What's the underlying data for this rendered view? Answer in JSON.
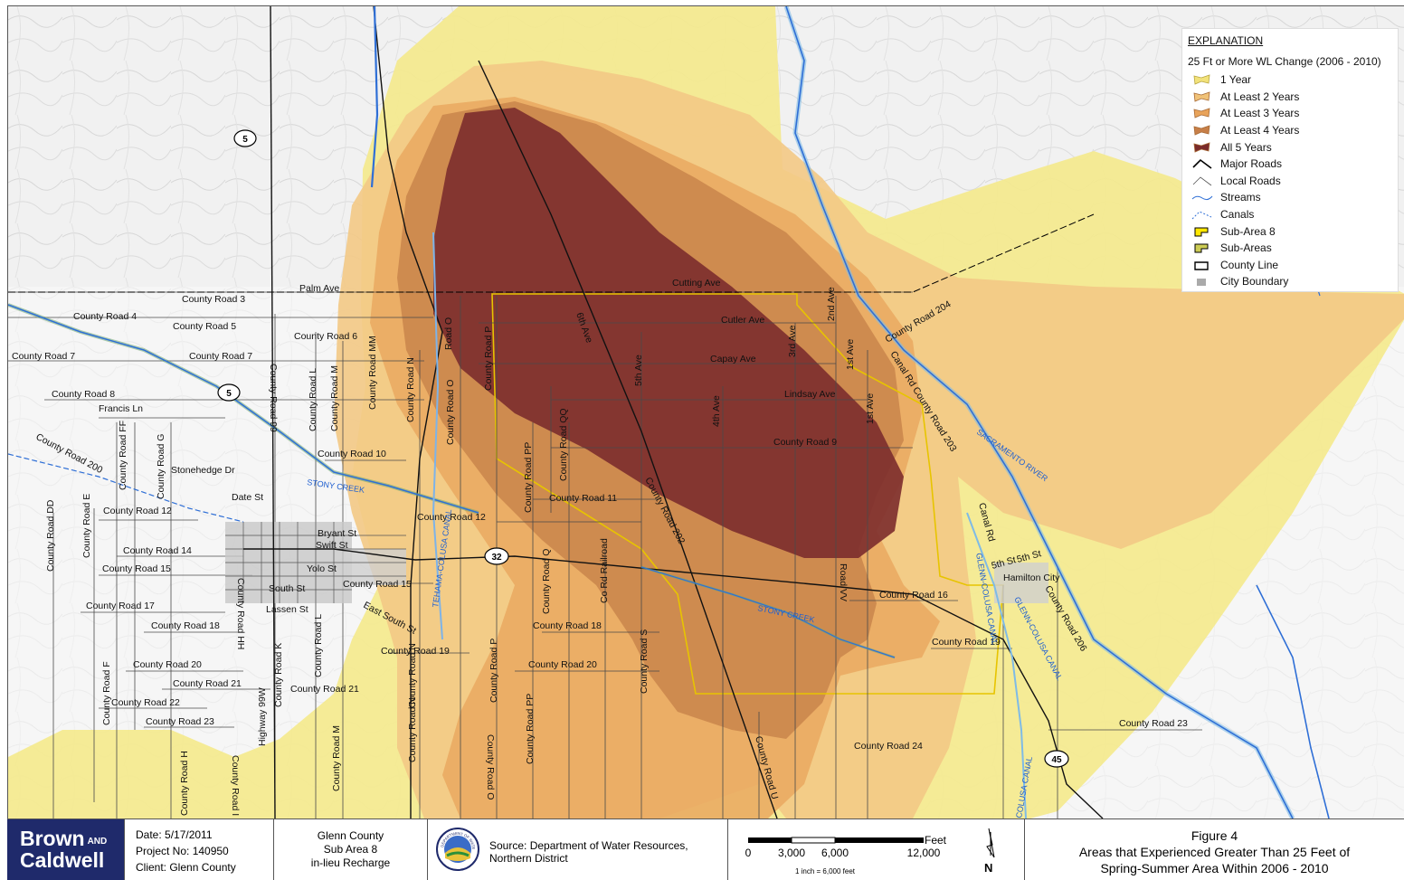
{
  "legend": {
    "title": "EXPLANATION",
    "subtitle": "25 Ft or More WL Change (2006 - 2010)",
    "items": [
      {
        "label": "1 Year",
        "icon": "polygon-yellow-icon",
        "color": "#f2e27a"
      },
      {
        "label": "At Least 2 Years",
        "icon": "polygon-light-orange-icon",
        "color": "#f0c278"
      },
      {
        "label": "At Least 3 Years",
        "icon": "polygon-orange-icon",
        "color": "#e8a35a"
      },
      {
        "label": "At Least 4 Years",
        "icon": "polygon-brown-icon",
        "color": "#c77f48"
      },
      {
        "label": "All 5 Years",
        "icon": "polygon-maroon-icon",
        "color": "#7a2b2b"
      },
      {
        "label": "Major Roads",
        "icon": "major-road-icon",
        "color": "#000000"
      },
      {
        "label": "Local Roads",
        "icon": "local-road-icon",
        "color": "#555555"
      },
      {
        "label": "Streams",
        "icon": "stream-icon",
        "color": "#2f6fd6"
      },
      {
        "label": "Canals",
        "icon": "canal-icon",
        "color": "#2f6fd6"
      },
      {
        "label": "Sub-Area 8",
        "icon": "sub-area-8-icon",
        "color": "#ffe800"
      },
      {
        "label": "Sub-Areas",
        "icon": "sub-areas-icon",
        "color": "#cccc55"
      },
      {
        "label": "County Line",
        "icon": "county-line-icon",
        "color": "#000000"
      },
      {
        "label": "City Boundary",
        "icon": "city-boundary-icon",
        "color": "#aaaaaa"
      }
    ]
  },
  "road_labels": [
    "Palm Ave",
    "County Road 3",
    "County Road 4",
    "County Road 5",
    "County Road 6",
    "County Road 7",
    "County Road 7",
    "County Road 8",
    "Francis Ln",
    "County Road 200",
    "County Road FF",
    "County Road G",
    "Stonehedge Dr",
    "Date St",
    "County Road 12",
    "County Road DD",
    "County Road E",
    "County Road 14",
    "County Road 15",
    "County Road 17",
    "County Road 18",
    "County Road 20",
    "County Road 21",
    "County Road 22",
    "County Road 23",
    "County Road F",
    "County Road 99",
    "County Road L",
    "County Road M",
    "County Road MM",
    "County Road N",
    "County Road O",
    "County Road 10",
    "Bryant St",
    "Swift St",
    "Yolo St",
    "South St",
    "Lassen St",
    "East South St",
    "County Road 15",
    "County Road 12",
    "County Road 19",
    "County Road 21",
    "County Road HH",
    "Highway 99W",
    "County Road K",
    "County Road L",
    "County Road M",
    "County Road N",
    "Cutting Ave",
    "Cutler Ave",
    "Capay Ave",
    "Lindsay Ave",
    "County Road 9",
    "2nd Ave",
    "3rd Ave",
    "1st Ave",
    "1st Ave",
    "4th Ave",
    "5th Ave",
    "6th Ave",
    "Road O",
    "County Road P",
    "County Road QQ",
    "County Road PP",
    "County Road 11",
    "County Road 202",
    "County Road Q",
    "Co Rd Railroad",
    "County Road 18",
    "County Road 20",
    "County Road S",
    "County Road P",
    "County Road PP",
    "County Road O",
    "County Road U",
    "County Road 24",
    "County Road 16",
    "Road VV",
    "County Road 19",
    "County Road 204",
    "Canal Rd County Road 203",
    "Canal Rd",
    "5th St",
    "5th St",
    "Hamilton City",
    "County Road 206",
    "County Road 23",
    "County Road H",
    "County Road I",
    "County Road N"
  ],
  "water_labels": [
    "STONY CREEK",
    "TEHAMA-COLUSA CANAL",
    "SACRAMENTO RIVER",
    "GLENN-COLUSA CANAL",
    "GLENN-COLUSA CANAL",
    "COLUSA CANAL",
    "STONY CREEK"
  ],
  "highway_shields": [
    "5",
    "5",
    "32",
    "45"
  ],
  "titleblock": {
    "brand_line1": "Brown",
    "brand_and": "AND",
    "brand_line2": "Caldwell",
    "date": "Date: 5/17/2011",
    "project_no": "Project No: 140950",
    "client": "Client: Glenn County",
    "project_line1": "Glenn County",
    "project_line2": "Sub Area 8",
    "project_line3": "in-lieu Recharge",
    "seal_text": "DEPARTMENT OF WATER RESOURCES",
    "source_line1": "Source:  Department of Water Resources,",
    "source_line2": "Northern District",
    "scale_units": "Feet",
    "scale_ticks": [
      "0",
      "3,000",
      "6,000",
      "12,000"
    ],
    "scale_note": "1 inch = 6,000 feet",
    "north_label": "N",
    "figure_number": "Figure 4",
    "figure_line2": "Areas  that Experienced Greater Than 25 Feet of",
    "figure_line3": "Spring-Summer Area Within 2006 - 2010"
  }
}
